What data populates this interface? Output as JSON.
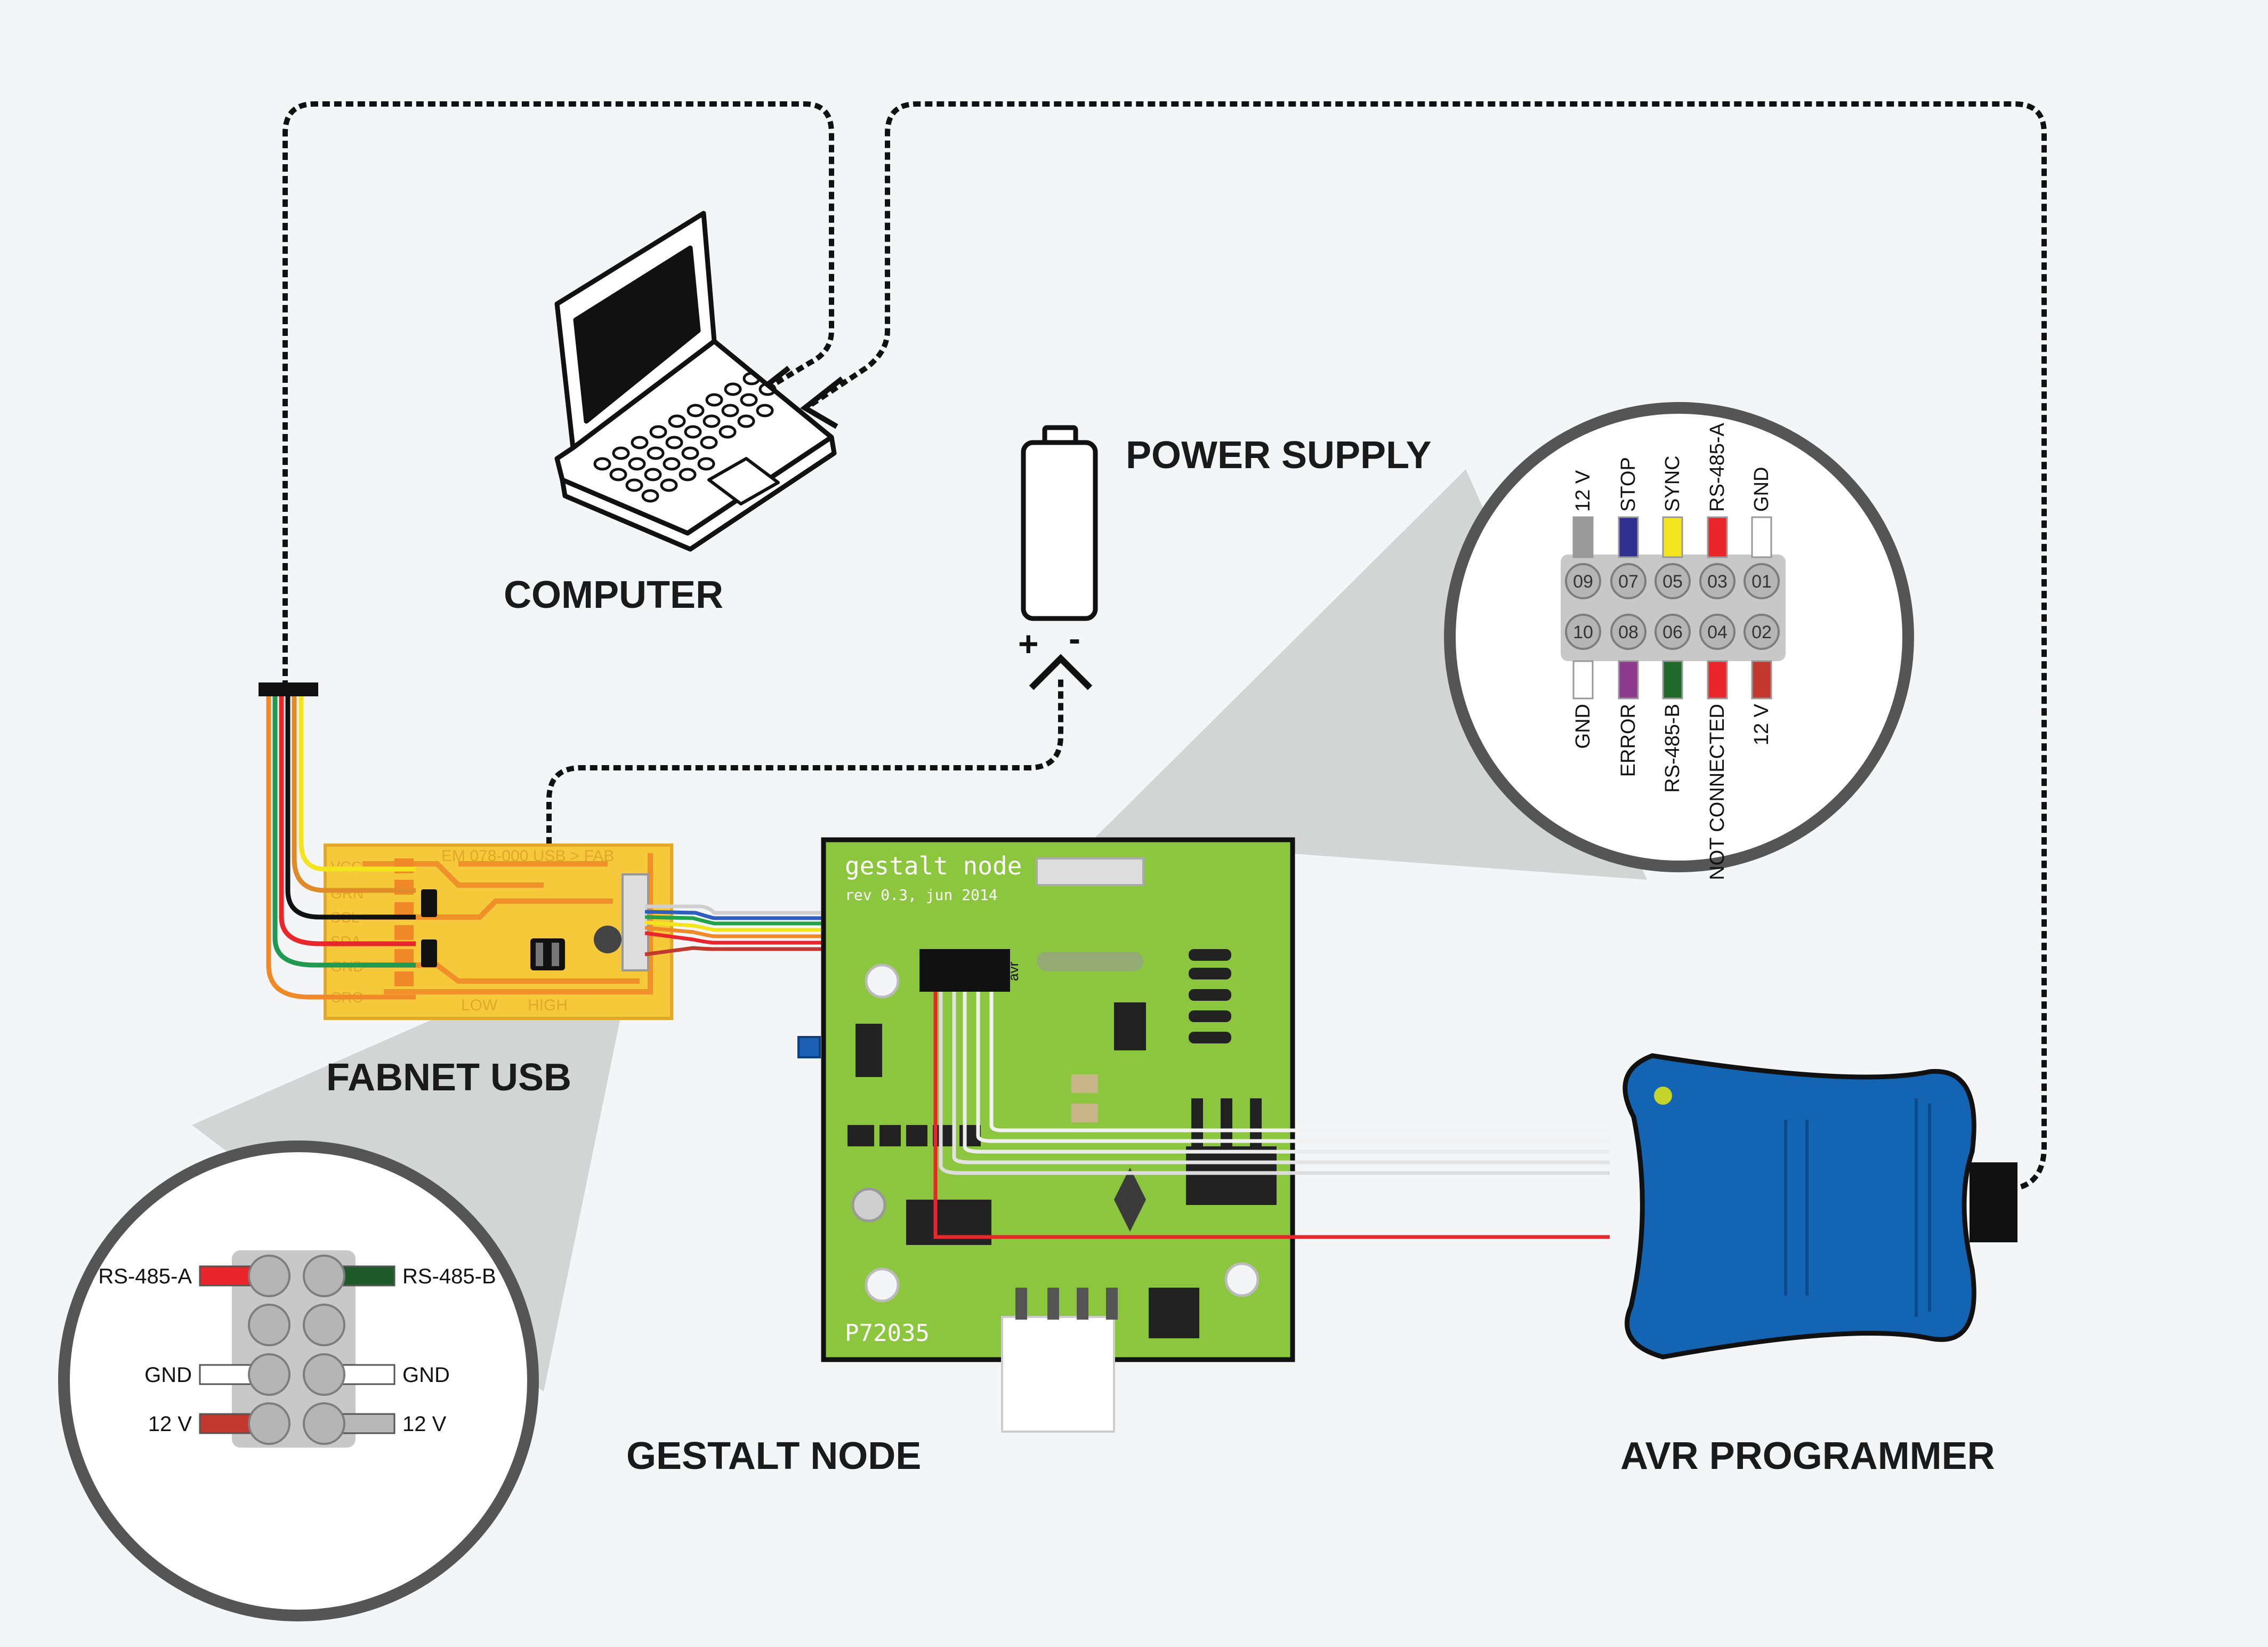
{
  "labels": {
    "computer": "COMPUTER",
    "power_supply": "POWER SUPPLY",
    "fabnet_usb": "FABNET USB",
    "gestalt_node": "GESTALT NODE",
    "avr_programmer": "AVR PROGRAMMER"
  },
  "power": {
    "plus": "+",
    "minus": "-"
  },
  "fabnet_board": {
    "title": "EM 078-000 USB > FAB",
    "pins": [
      "VCC",
      "GRN",
      "SCL",
      "SDA",
      "GND",
      "CRO"
    ],
    "jumper_low": "LOW",
    "jumper_high": "HIGH"
  },
  "gestalt_board": {
    "title": "gestalt node",
    "revision": "rev 0.3, jun 2014",
    "part": "P72035",
    "chip_label": "avr"
  },
  "gestalt_header": {
    "top_signals": [
      "12 V",
      "STOP",
      "SYNC",
      "RS-485-A",
      "GND"
    ],
    "top_pins": [
      "09",
      "07",
      "05",
      "03",
      "01"
    ],
    "bottom_pins": [
      "10",
      "08",
      "06",
      "04",
      "02"
    ],
    "bottom_signals": [
      "GND",
      "ERROR",
      "RS-485-B",
      "NOT CONNECTED",
      "12 V"
    ],
    "top_colors": [
      "#9a9a9a",
      "#2e2f8f",
      "#f2e51d",
      "#e8262b",
      "#ffffff"
    ],
    "bottom_colors": [
      "#ffffff",
      "#8e3a8e",
      "#1f6a2b",
      "#e8262b",
      "#c1382e"
    ]
  },
  "fabnet_header": {
    "left_labels": [
      "RS-485-A",
      "GND",
      "12 V"
    ],
    "right_labels": [
      "RS-485-B",
      "GND",
      "12 V"
    ],
    "left_colors": [
      "#e8262b",
      "#ffffff",
      "#c1382e"
    ],
    "right_colors": [
      "#1f5b2a",
      "#ffffff",
      "#b8b8b8"
    ]
  },
  "colors": {
    "background": "#f4f5f7",
    "fabnet_board": "#f6c93a",
    "gestalt_board": "#8cc63f",
    "avr_programmer": "#1464b4",
    "zoom_ring": "#555555"
  }
}
